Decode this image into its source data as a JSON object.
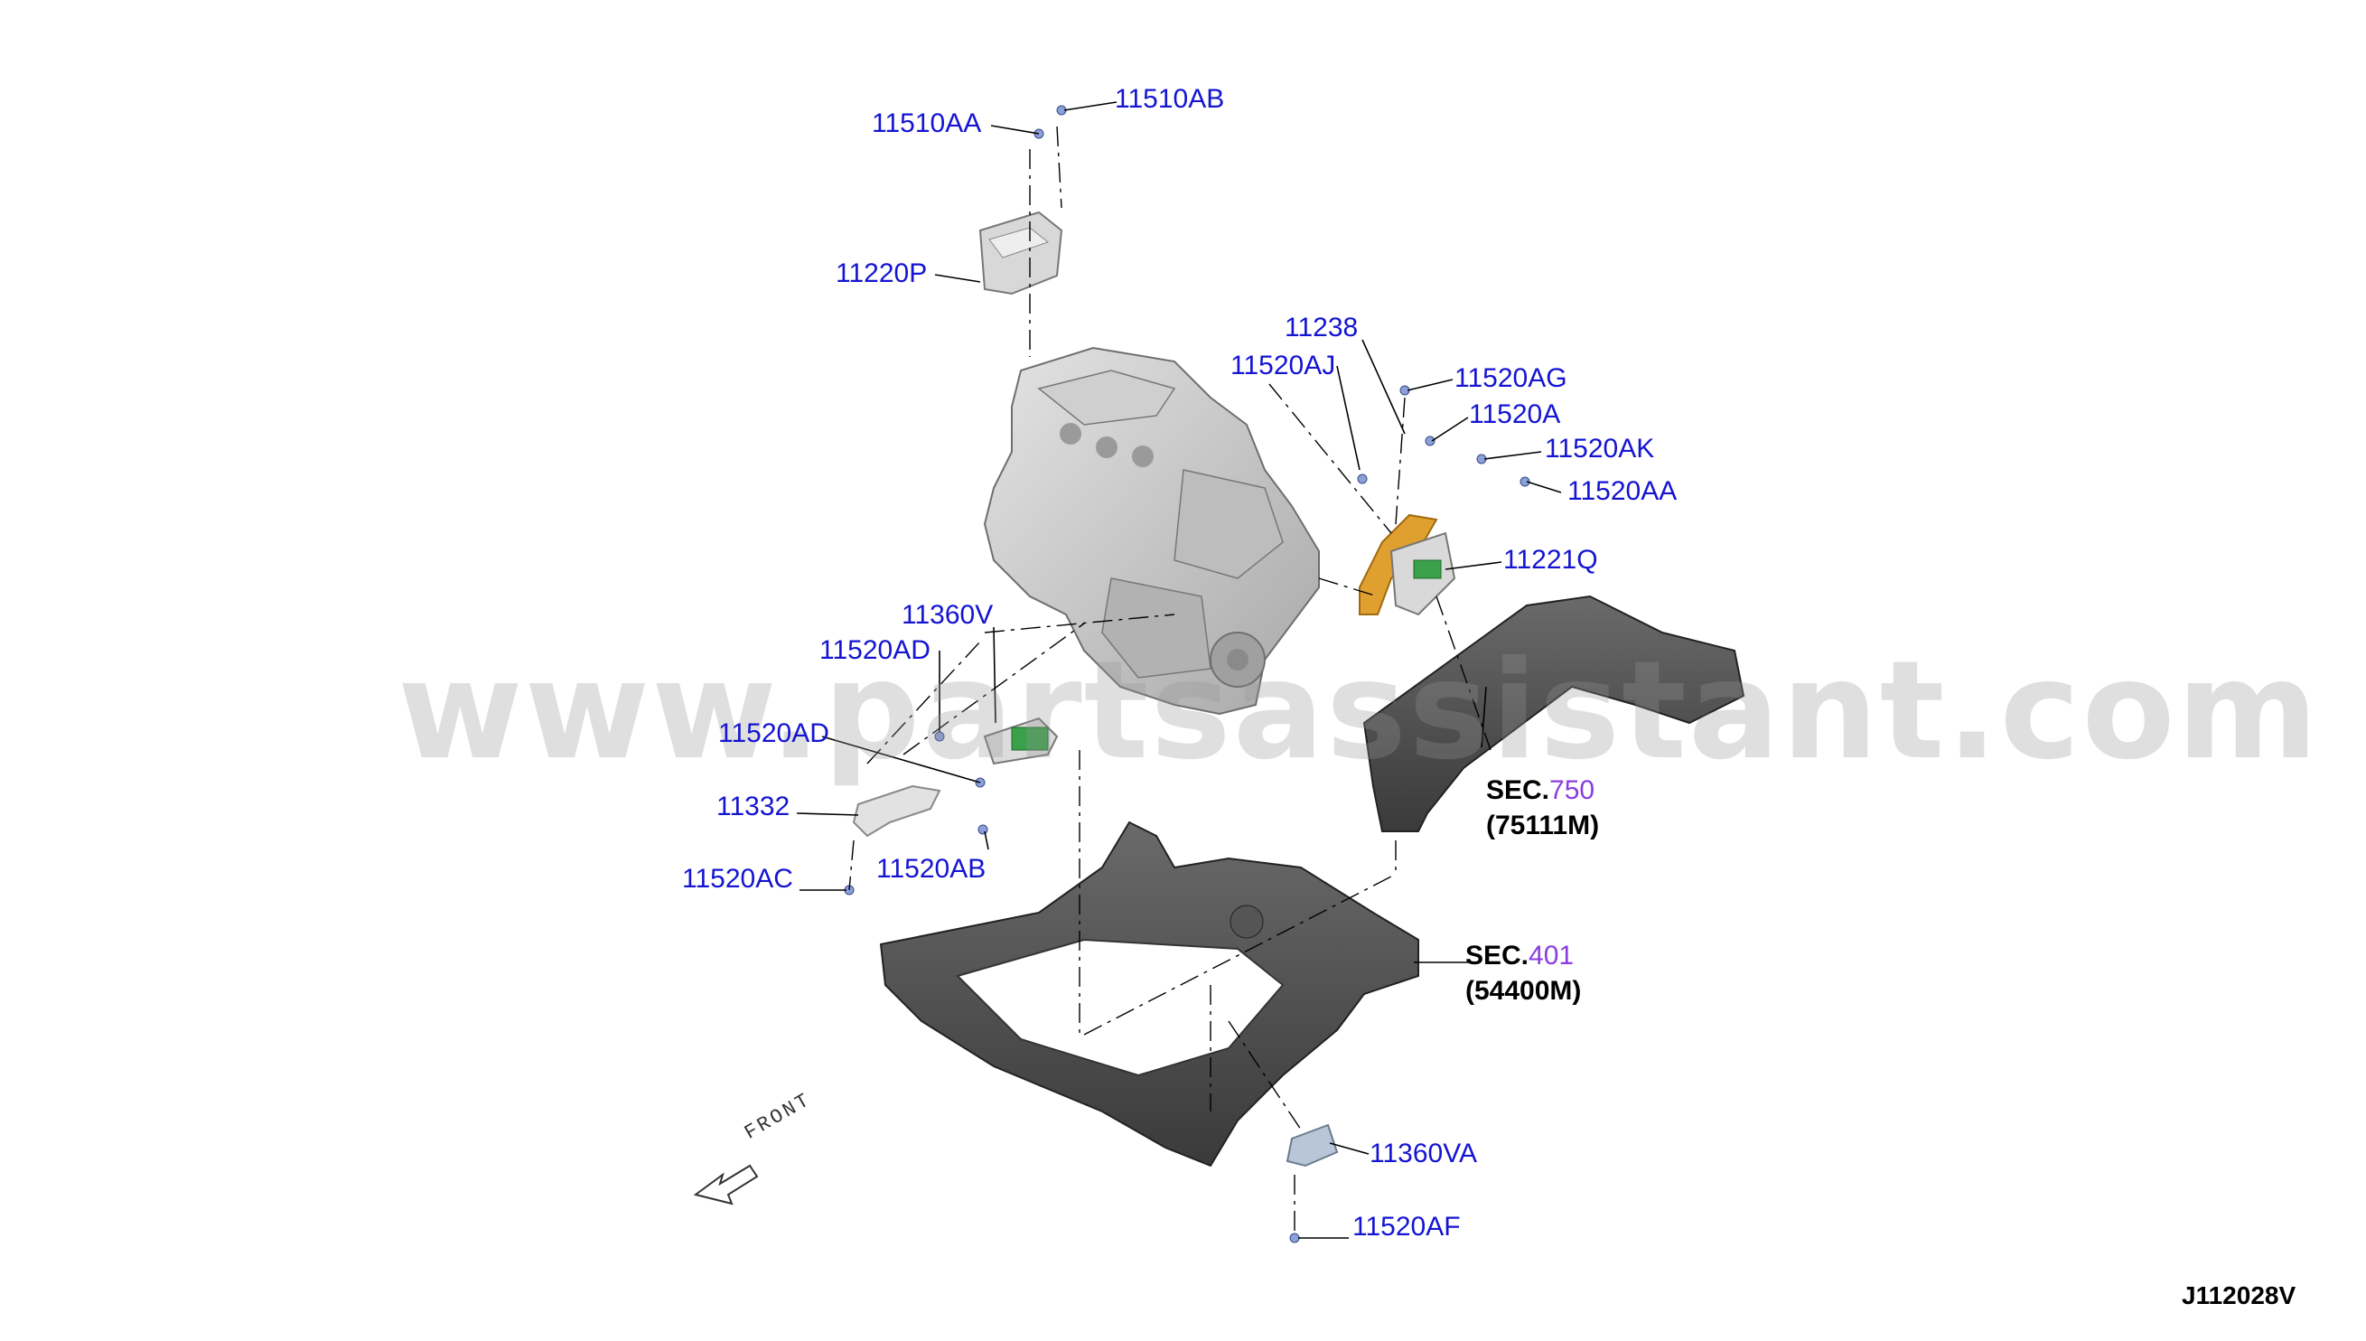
{
  "diagram_code": "J112028V",
  "watermark": "www.partsassistant.com",
  "front_label": "FRONT",
  "colors": {
    "label": "#1414d2",
    "section_number": "#8a3ce0",
    "mount_highlight": "#e0a030",
    "pad_green": "#3aa04a"
  },
  "callouts": {
    "c11510AA": "11510AA",
    "c11510AB": "11510AB",
    "c11220P": "11220P",
    "c11238": "11238",
    "c11520AJ": "11520AJ",
    "c11520AG": "11520AG",
    "c11520A": "11520A",
    "c11520AK": "11520AK",
    "c11520AA": "11520AA",
    "c11221Q": "11221Q",
    "c11360V": "11360V",
    "c11520AD_1": "11520AD",
    "c11520AD_2": "11520AD",
    "c11332": "11332",
    "c11520AB": "11520AB",
    "c11520AC": "11520AC",
    "c11360VA": "11360VA",
    "c11520AF": "11520AF"
  },
  "sections": {
    "s750": {
      "prefix": "SEC.",
      "number": "750",
      "part": "(75111M)"
    },
    "s401": {
      "prefix": "SEC.",
      "number": "401",
      "part": "(54400M)"
    }
  }
}
